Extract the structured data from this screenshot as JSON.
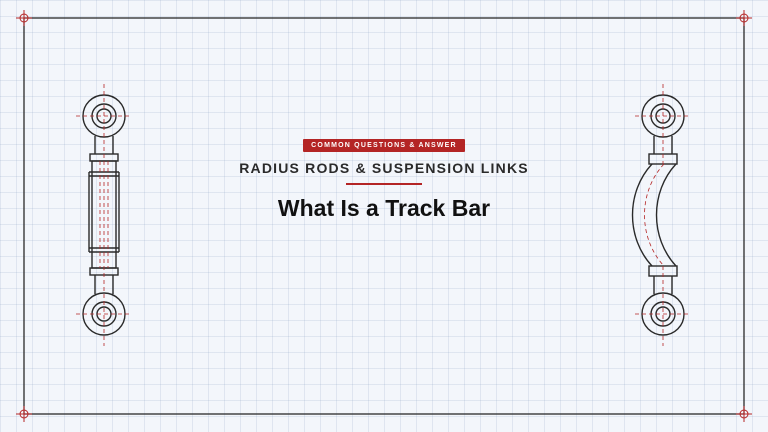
{
  "badge": {
    "text": "COMMON QUESTIONS & ANSWER",
    "color": "#b42525"
  },
  "subtitle": "RADIUS RODS & SUSPENSION LINKS",
  "title": "What Is a Track Bar",
  "colors": {
    "accent": "#b42525",
    "line": "#2a2a2a",
    "background": "#f3f6fb",
    "grid": "#c8d3e3"
  },
  "illustrations": [
    "straight-radius-rod",
    "curved-track-bar"
  ],
  "corner_marks": [
    "top-left",
    "top-right",
    "bottom-left",
    "bottom-right"
  ]
}
